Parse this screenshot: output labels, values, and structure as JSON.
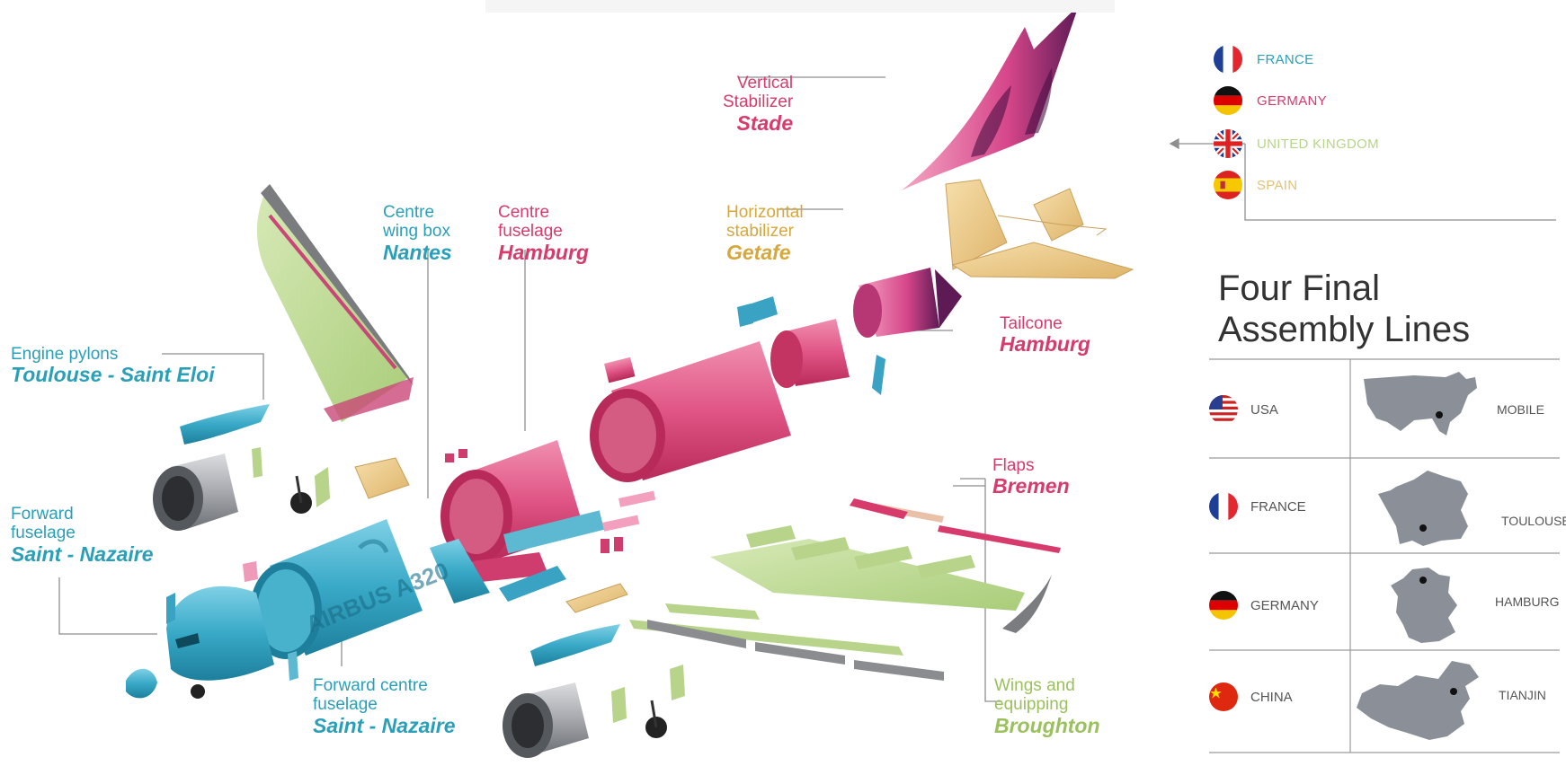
{
  "labels": {
    "vertical_stabilizer": {
      "line1": "Vertical",
      "line2": "Stabilizer",
      "city": "Stade"
    },
    "horizontal_stabilizer": {
      "line1": "Horizontal",
      "line2": "stabilizer",
      "city": "Getafe"
    },
    "centre_wing_box": {
      "line1": "Centre",
      "line2": "wing box",
      "city": "Nantes"
    },
    "centre_fuselage": {
      "line1": "Centre",
      "line2": "fuselage",
      "city": "Hamburg"
    },
    "tailcone": {
      "line1": "Tailcone",
      "city": "Hamburg"
    },
    "engine_pylons": {
      "line1": "Engine pylons",
      "city": "Toulouse - Saint Eloi"
    },
    "forward_fuselage": {
      "line1": "Forward",
      "line2": "fuselage",
      "city": "Saint - Nazaire"
    },
    "forward_centre_fuselage": {
      "line1": "Forward centre",
      "line2": "fuselage",
      "city": "Saint - Nazaire"
    },
    "flaps": {
      "line1": "Flaps",
      "city": "Bremen"
    },
    "wings": {
      "line1": "Wings and",
      "line2": "equipping",
      "city": "Broughton"
    }
  },
  "legend": [
    {
      "country": "FRANCE",
      "color": "#2a9fb8",
      "flag": "france-flag-icon"
    },
    {
      "country": "GERMANY",
      "color": "#d63b6c",
      "flag": "germany-flag-icon"
    },
    {
      "country": "UNITED KINGDOM",
      "color": "#b7d48a",
      "flag": "uk-flag-icon"
    },
    {
      "country": "SPAIN",
      "color": "#e2c27a",
      "flag": "spain-flag-icon"
    }
  ],
  "final_assembly": {
    "title_line1": "Four Final",
    "title_line2": "Assembly Lines",
    "lines": [
      {
        "country": "USA",
        "city": "MOBILE",
        "flag": "usa-flag-icon",
        "map": "usa-map-icon"
      },
      {
        "country": "FRANCE",
        "city": "TOULOUSE",
        "flag": "france-flag-icon",
        "map": "france-map-icon"
      },
      {
        "country": "GERMANY",
        "city": "HAMBURG",
        "flag": "germany-flag-icon",
        "map": "germany-map-icon"
      },
      {
        "country": "CHINA",
        "city": "TIANJIN",
        "flag": "china-flag-icon",
        "map": "china-map-icon"
      }
    ]
  },
  "colors": {
    "france": "#2a9fb8",
    "germany": "#d63b6c",
    "uk": "#b7d48a",
    "spain": "#e2c27a",
    "map": "#8a8f98"
  }
}
